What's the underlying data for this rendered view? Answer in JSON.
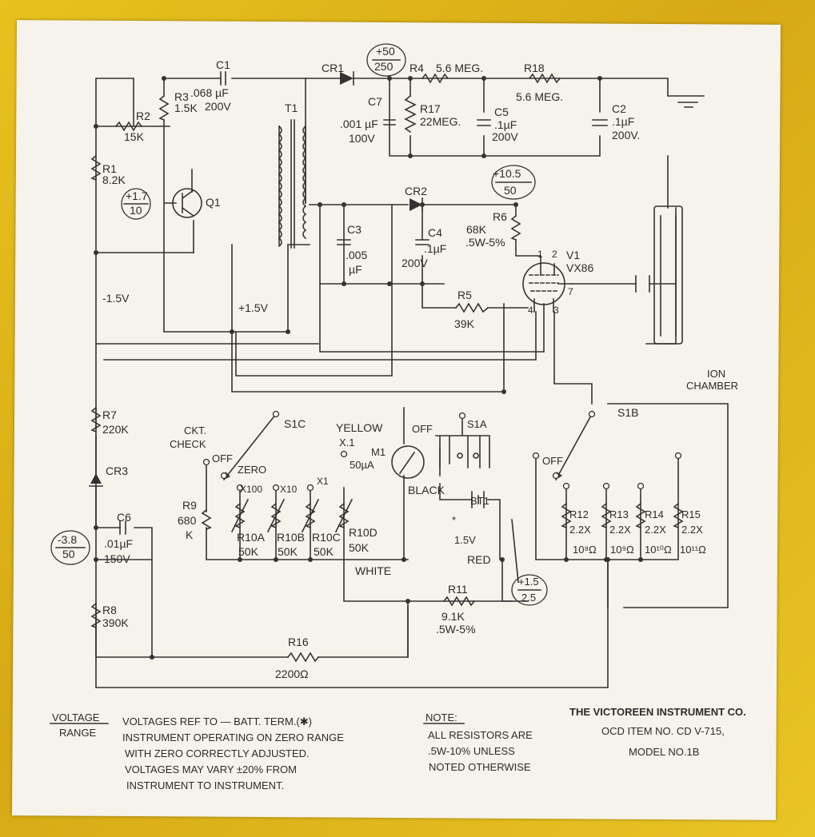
{
  "components": {
    "c1_name": "C1",
    "c1_value": ".068 µF",
    "c1_rating": "200V",
    "r3_name": "R3",
    "r3_value": "1.5K",
    "t1_name": "T1",
    "cr1_name": "CR1",
    "v_cr1_top": "+50",
    "v_cr1_bot": "250",
    "r4_name": "R4",
    "r4_value": "5.6 MEG.",
    "r18_name": "R18",
    "r18_value": "5.6 MEG.",
    "c7_name": "C7",
    "c7_value": ".001 µF",
    "c7_rating": "100V",
    "r17_name": "R17",
    "r17_value": "22MEG.",
    "c5_name": "C5",
    "c5_value": ".1µF",
    "c5_rating": "200V",
    "c2_name": "C2",
    "c2_value": ".1µF",
    "c2_rating": "200V.",
    "r2_name": "R2",
    "r2_value": "15K",
    "r1_name": "R1",
    "r1_value": "8.2K",
    "v_q1_top": "+1.7",
    "v_q1_bot": "10",
    "q1_name": "Q1",
    "cr2_name": "CR2",
    "v_v1_top": "+10.5",
    "v_v1_bot": "50",
    "c3_name": "C3",
    "c3_value": ".005",
    "c3_unit": "µF",
    "c4_name": "C4",
    "c4_value": ".1µF",
    "c4_rating": "200V",
    "r6_name": "R6",
    "r6_value": "68K",
    "r6_rating": ".5W-5%",
    "v1_name": "V1",
    "v1_type": "VX86",
    "pin1": "1",
    "pin2": "2",
    "pin3": "3",
    "pin4": "4",
    "pin7": "7",
    "r5_name": "R5",
    "r5_value": "39K",
    "minus15": "-1.5V",
    "plus15": "+1.5V",
    "ion_chamber_1": "ION",
    "ion_chamber_2": "CHAMBER",
    "r7_name": "R7",
    "r7_value": "220K",
    "cr3_name": "CR3",
    "c6_name": "C6",
    "c6_value": ".01µF",
    "c6_rating": "150V",
    "v_c6_top": "-3.8",
    "v_c6_bot": "50",
    "r8_name": "R8",
    "r8_value": "390K",
    "r16_name": "R16",
    "r16_value": "2200Ω",
    "ckt_check_1": "CKT.",
    "ckt_check_2": "CHECK",
    "off_c": "OFF",
    "zero": "ZERO",
    "x100": "X100",
    "x10": "X10",
    "x1": "X1",
    "r9_name": "R9",
    "r9_value_1": "680",
    "r9_value_2": "K",
    "s1c": "S1C",
    "r10a_name": "R10A",
    "r10b_name": "R10B",
    "r10c_name": "R10C",
    "r10d_name": "R10D",
    "r10_value": "50K",
    "yellow": "YELLOW",
    "x1b": "X.1",
    "m1_name": "M1",
    "m1_value": "50µA",
    "black": "BLACK",
    "white": "WHITE",
    "red": "RED",
    "off_a": "OFF",
    "s1a": "S1A",
    "bt1_name": "BT1",
    "bt1_value": "1.5V",
    "star": "*",
    "v_bt_top": "+1.5",
    "v_bt_bot": "2.5",
    "r11_name": "R11",
    "r11_value": "9.1K",
    "r11_rating": ".5W-5%",
    "s1b": "S1B",
    "off_b": "OFF",
    "r12_name": "R12",
    "r13_name": "R13",
    "r14_name": "R14",
    "r15_name": "R15",
    "r_hi_value": "2.2X",
    "r12_exp": "10⁸Ω",
    "r13_exp": "10⁹Ω",
    "r14_exp": "10¹⁰Ω",
    "r15_exp": "10¹¹Ω"
  },
  "footer": {
    "vr_1": "VOLTAGE",
    "vr_2": "RANGE",
    "notes_1": "VOLTAGES REF TO — BATT. TERM.(✱)",
    "notes_2": "INSTRUMENT OPERATING ON ZERO RANGE",
    "notes_3": "WITH ZERO CORRECTLY ADJUSTED.",
    "notes_4": "VOLTAGES MAY VARY ±20% FROM",
    "notes_5": "INSTRUMENT TO INSTRUMENT.",
    "note_head": "NOTE:",
    "note_1": "ALL RESISTORS ARE",
    "note_2": ".5W-10% UNLESS",
    "note_3": "NOTED OTHERWISE",
    "company": "THE VICTOREEN INSTRUMENT CO.",
    "item": "OCD ITEM NO. CD V-715,",
    "model": "MODEL NO.1B"
  },
  "colors": {
    "paper": "#f6f3ec",
    "frame": "#d9b01c",
    "ink": "#2b2b2b"
  }
}
